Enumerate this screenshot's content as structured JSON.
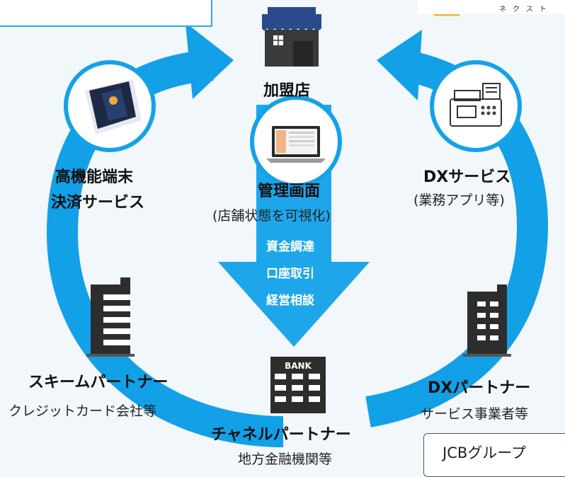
{
  "nodes": {
    "merchant": {
      "label": "加盟店"
    },
    "admin": {
      "title": "管理画面",
      "subtitle": "(店舗状態を可視化)"
    },
    "flow_items": [
      "資金調達",
      "口座取引",
      "経営相談"
    ],
    "terminal": {
      "line1": "高機能端末",
      "line2": "決済サービス"
    },
    "dx_service": {
      "title": "DXサービス",
      "subtitle": "(業務アプリ等)"
    },
    "scheme_partner": {
      "title": "スキームパートナー",
      "subtitle": "クレジットカード会社等"
    },
    "dx_partner": {
      "title": "DXパートナー",
      "subtitle": "サービス事業者等"
    },
    "channel_partner": {
      "title": "チャネルパートナー",
      "subtitle": "地方金融機関等"
    },
    "bank_sign": "BANK",
    "group_label": "JCBグループ",
    "logo_text": "ネクスト"
  },
  "colors": {
    "cycle_blue": "#12a0e6",
    "arrow_blue": "#1ea6ea",
    "circle_border": "#13a2e8",
    "building_dark": "#2d2d2d",
    "awning_blue": "#2a4a8c"
  }
}
